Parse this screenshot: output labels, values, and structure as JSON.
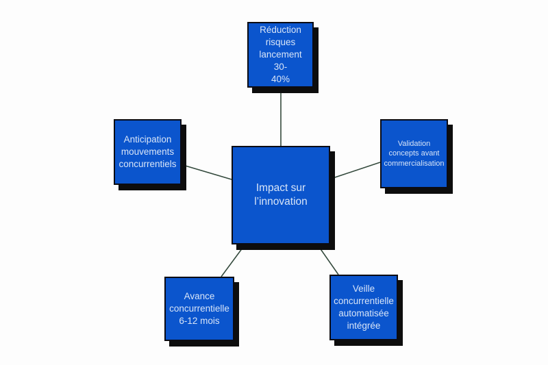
{
  "diagram": {
    "center": {
      "id": "impact-innovation",
      "label": [
        "Impact sur",
        "l’innovation"
      ]
    },
    "nodes": {
      "top": {
        "id": "reduction-risques",
        "label": [
          "Réduction",
          "risques",
          "lancement 30-",
          "40%"
        ]
      },
      "left": {
        "id": "anticipation-mouvements",
        "label": [
          "Anticipation",
          "mouvements",
          "concurrentiels"
        ]
      },
      "right": {
        "id": "validation-concepts",
        "label": [
          "Validation",
          "concepts avant",
          "commercialisation"
        ]
      },
      "bottom_left": {
        "id": "avance-concurrentielle",
        "label": [
          "Avance",
          "concurrentielle",
          "6-12 mois"
        ]
      },
      "bottom_right": {
        "id": "veille-concurrentielle",
        "label": [
          "Veille",
          "concurrentielle",
          "automatisée",
          "intégrée"
        ]
      }
    },
    "colors": {
      "node_fill": "#0b55cd",
      "node_border": "#0b0b12",
      "node_shadow": "#0d0d0d",
      "node_text": "#d8e5f8",
      "connector": "#33493c",
      "background": "#fdfdfd"
    }
  }
}
